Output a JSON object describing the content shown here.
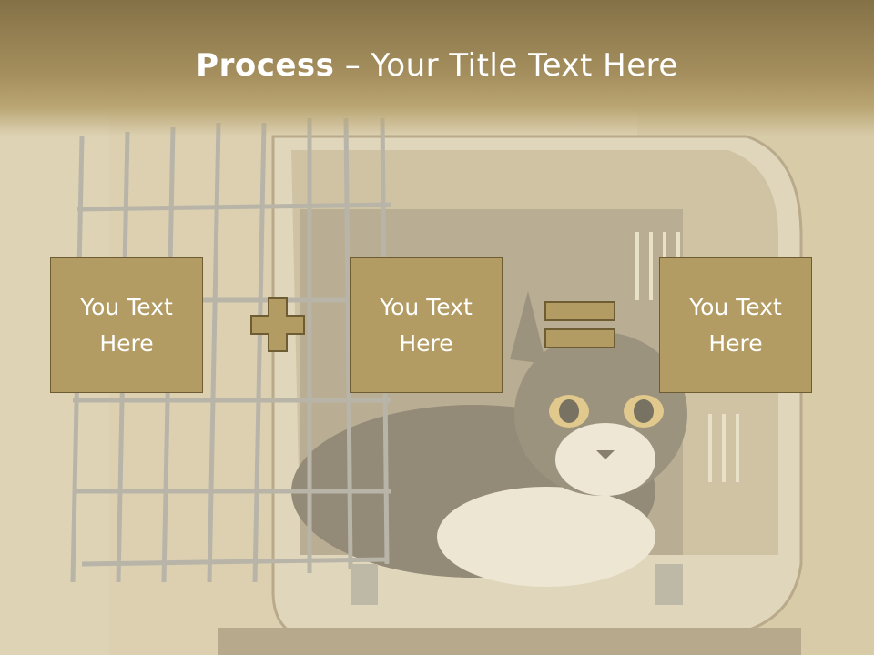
{
  "title": {
    "bold": "Process",
    "dash": " – ",
    "rest": "Your Title Text Here"
  },
  "boxes": [
    {
      "text": "You Text Here"
    },
    {
      "text": "You Text Here"
    },
    {
      "text": "You Text Here"
    }
  ],
  "operators": {
    "first": "plus-icon",
    "second": "equals-icon"
  },
  "colors": {
    "accent": "#b29c64",
    "outline": "#6e5d33",
    "title_bar": "#9a8654"
  }
}
